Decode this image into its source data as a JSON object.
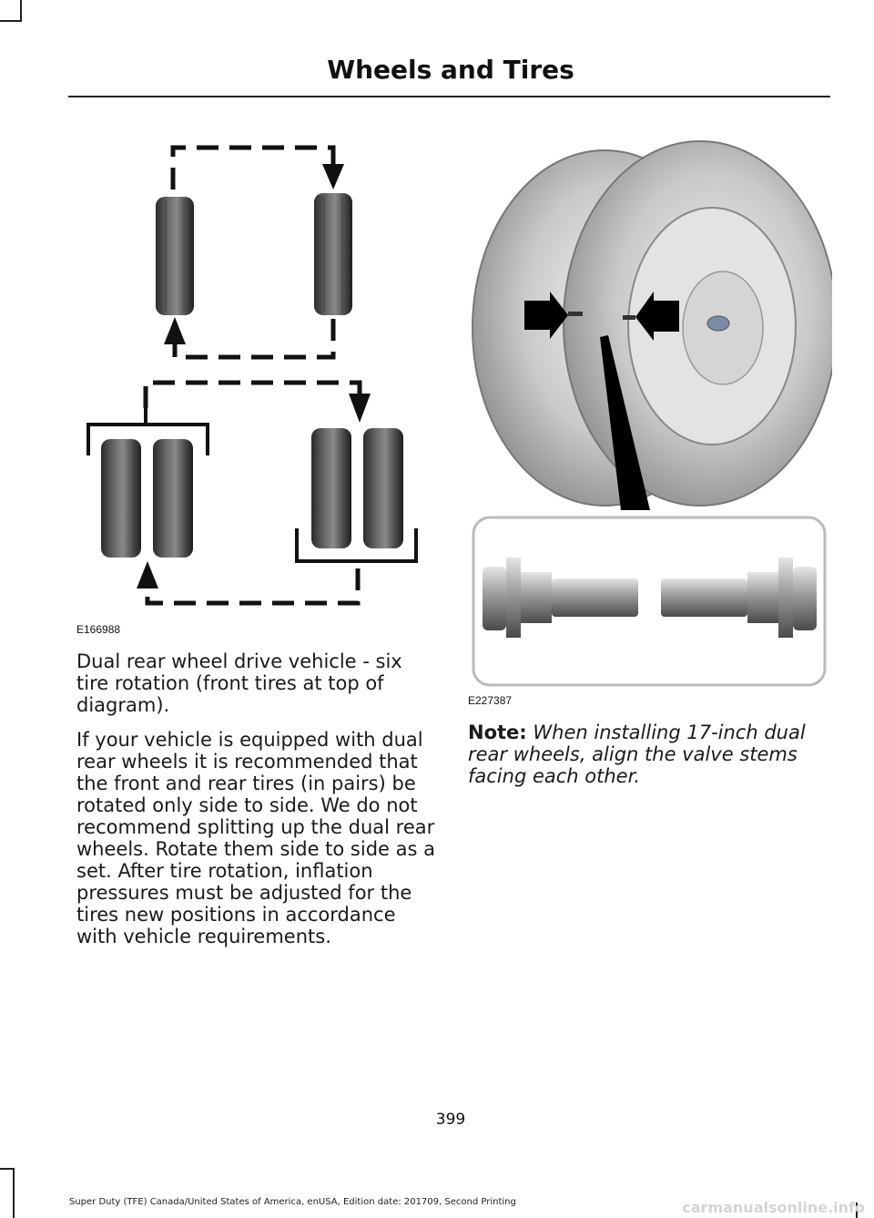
{
  "header": {
    "title": "Wheels and Tires"
  },
  "figure_left": {
    "id": "E166988"
  },
  "figure_right": {
    "id": "E227387"
  },
  "caption": "Dual rear wheel drive vehicle - six tire rotation (front tires at top of diagram).",
  "paragraph": "If your vehicle is equipped with dual rear wheels it is recommended that the front and rear tires (in pairs) be rotated only side to side. We do not recommend splitting up the dual rear wheels. Rotate them side to side as a set. After tire rotation, inflation pressures must be adjusted for the tires new positions in accordance with vehicle requirements.",
  "note": {
    "label": "Note:",
    "text": "When installing 17-inch dual rear wheels, align the valve stems facing each other."
  },
  "page_number": "399",
  "footer": "Super Duty (TFE) Canada/United States of America, enUSA, Edition date: 201709, Second Printing",
  "watermark": "carmanualsonline.info"
}
